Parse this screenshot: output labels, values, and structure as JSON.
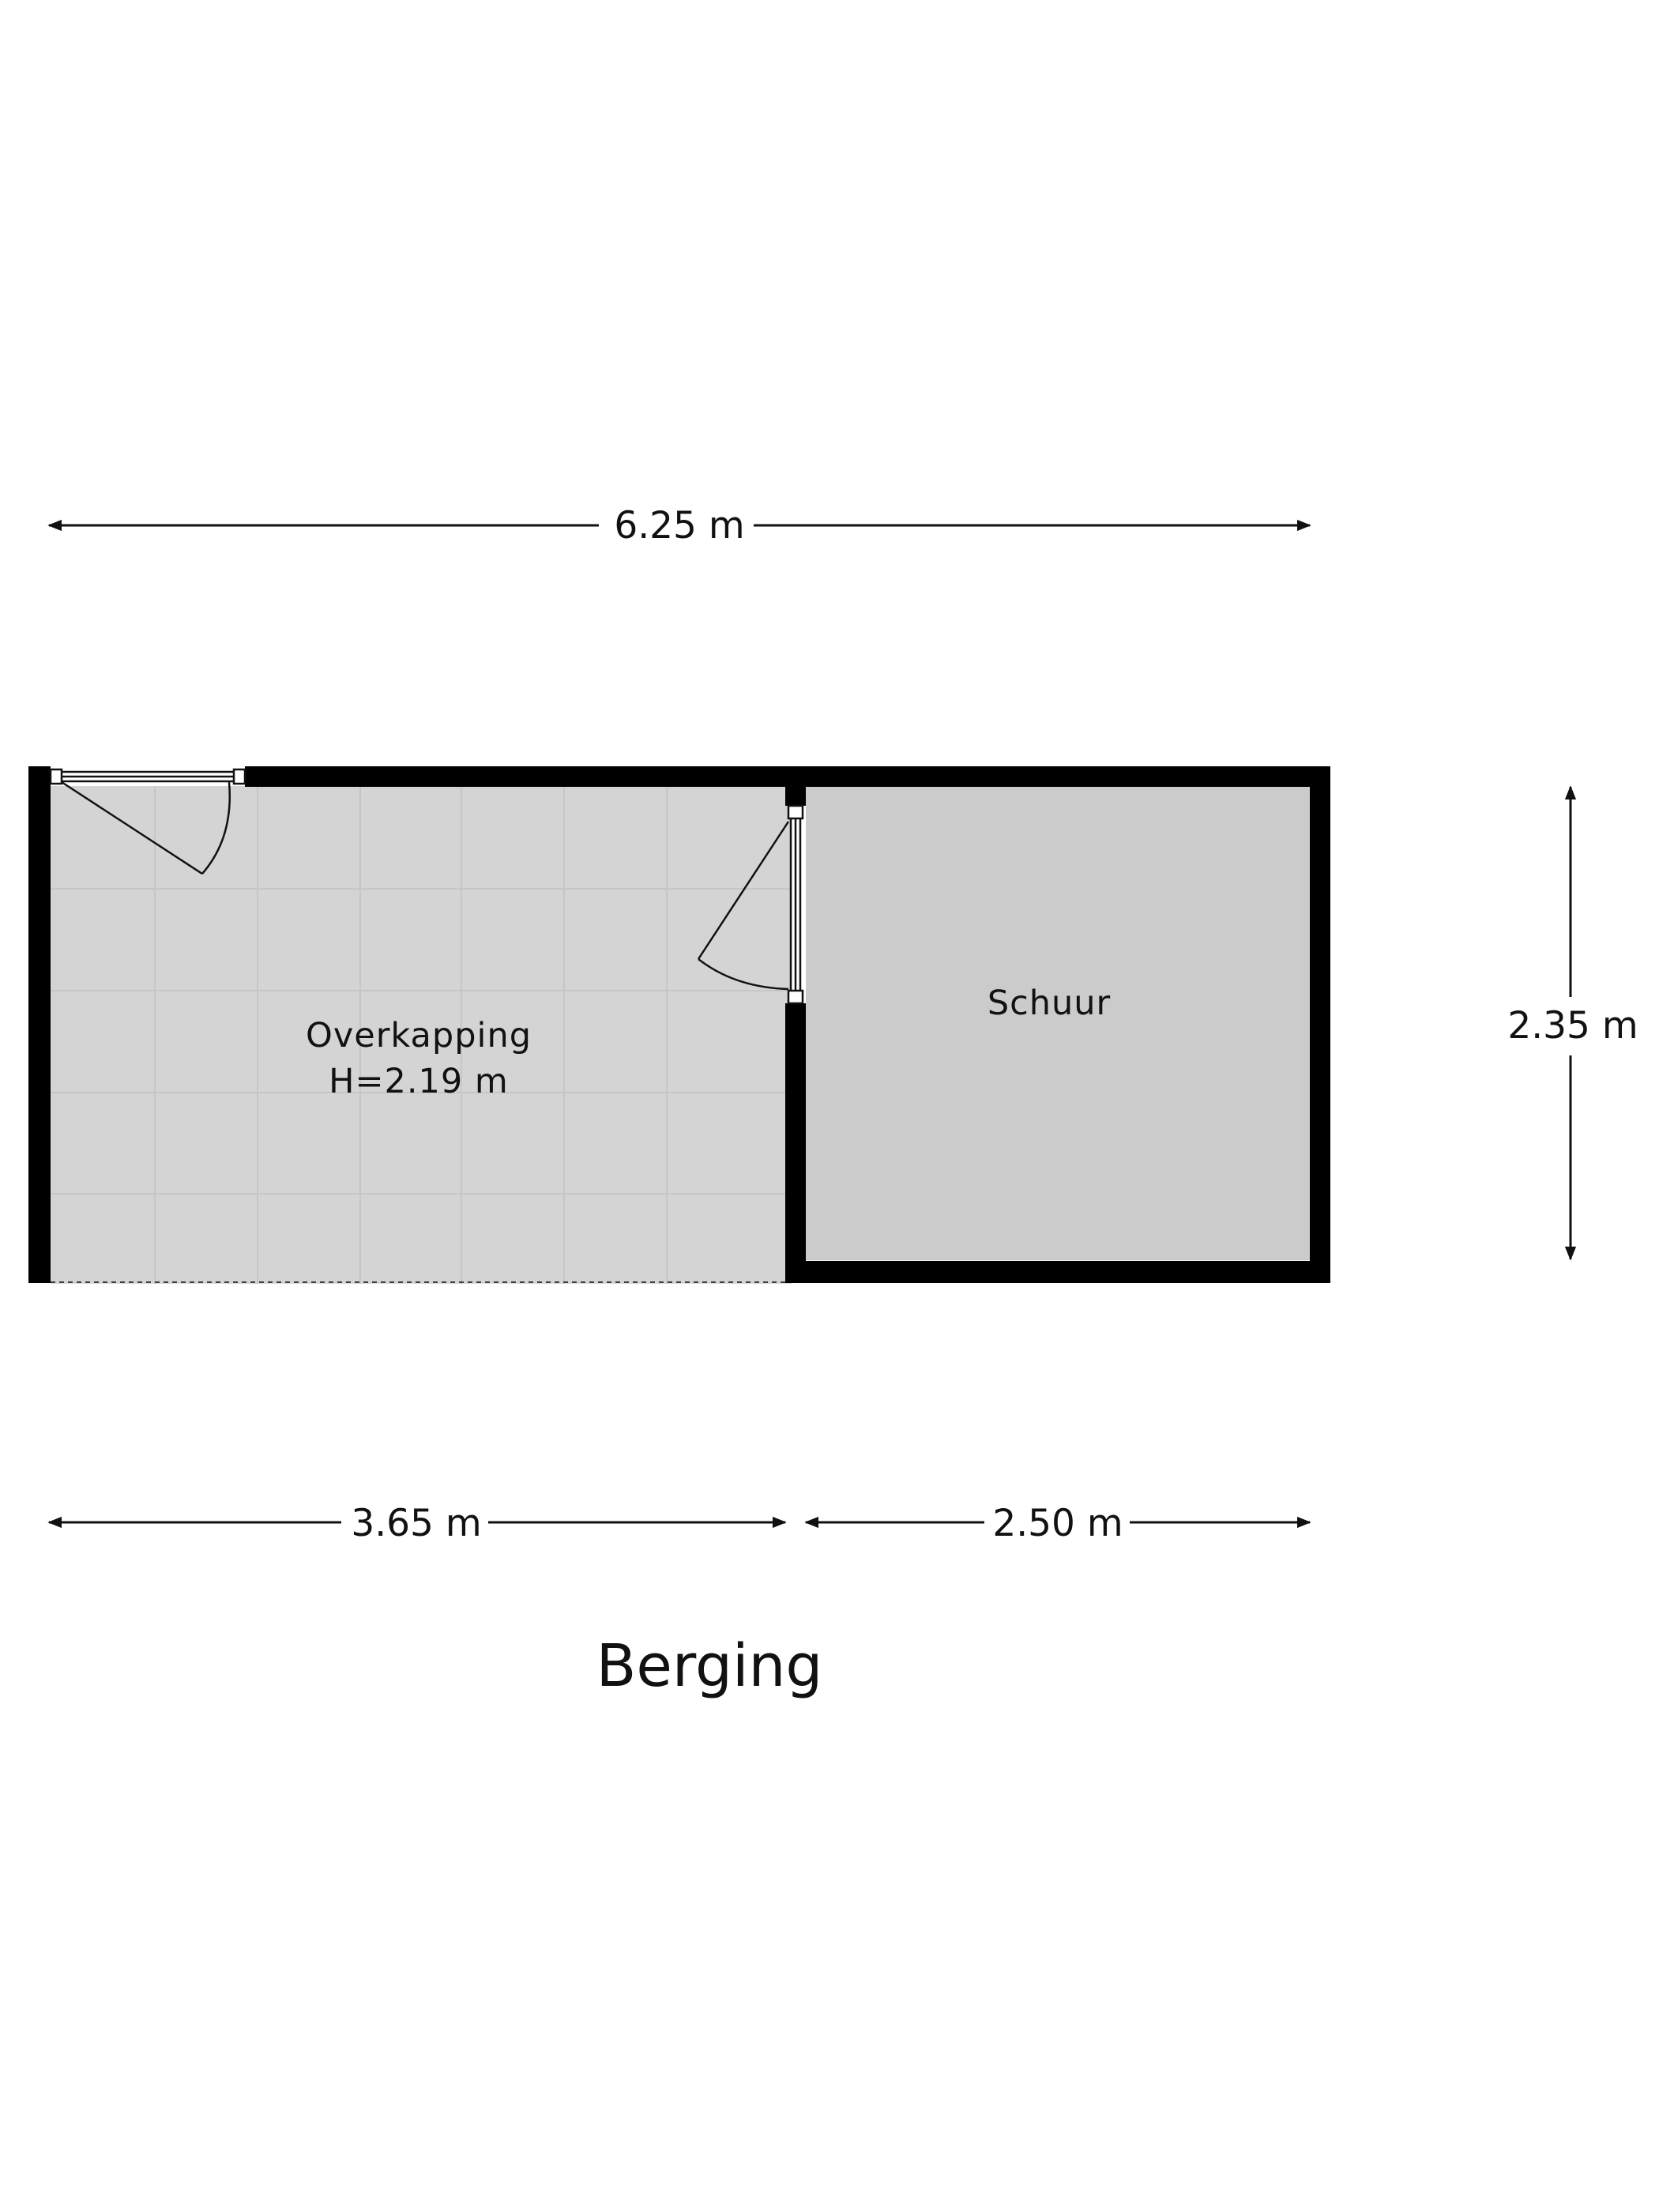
{
  "plan": {
    "title": "Berging",
    "rooms": [
      {
        "name": "Overkapping",
        "height_label": "H=2.19 m"
      },
      {
        "name": "Schuur"
      }
    ],
    "dimensions": {
      "total_width": "6.25 m",
      "left_width": "3.65 m",
      "right_width": "2.50 m",
      "depth": "2.35 m"
    },
    "colors": {
      "wall": "#000000",
      "floor_overkapping": "#d4d4d4",
      "floor_schuur": "#cbcbcb",
      "tile_line": "#c6c6c6"
    }
  }
}
